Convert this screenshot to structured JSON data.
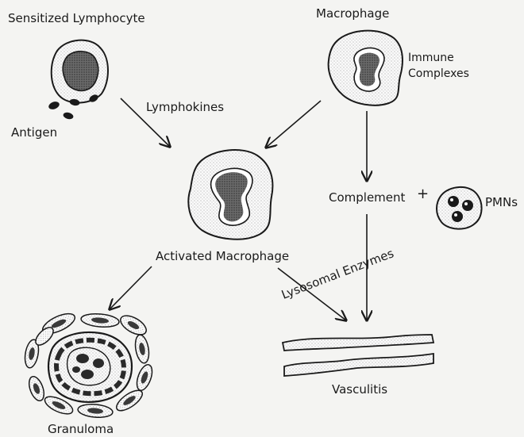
{
  "labels": {
    "sensitized_lymphocyte": "Sensitized Lymphocyte",
    "macrophage": "Macrophage",
    "immune_complexes_line1": "Immune",
    "immune_complexes_line2": "Complexes",
    "lymphokines": "Lymphokines",
    "antigen": "Antigen",
    "complement": "Complement",
    "plus": "+",
    "pmns": "PMNs",
    "activated_macrophage": "Activated Macrophage",
    "lysosomal_enzymes": "Lysosomal Enzymes",
    "vasculitis": "Vasculitis",
    "granuloma": "Granuloma"
  },
  "colors": {
    "ink": "#1a1a1a",
    "background": "#f4f4f2",
    "stipple": "#8a8a8a",
    "nucleus": "#4a4a4a"
  }
}
